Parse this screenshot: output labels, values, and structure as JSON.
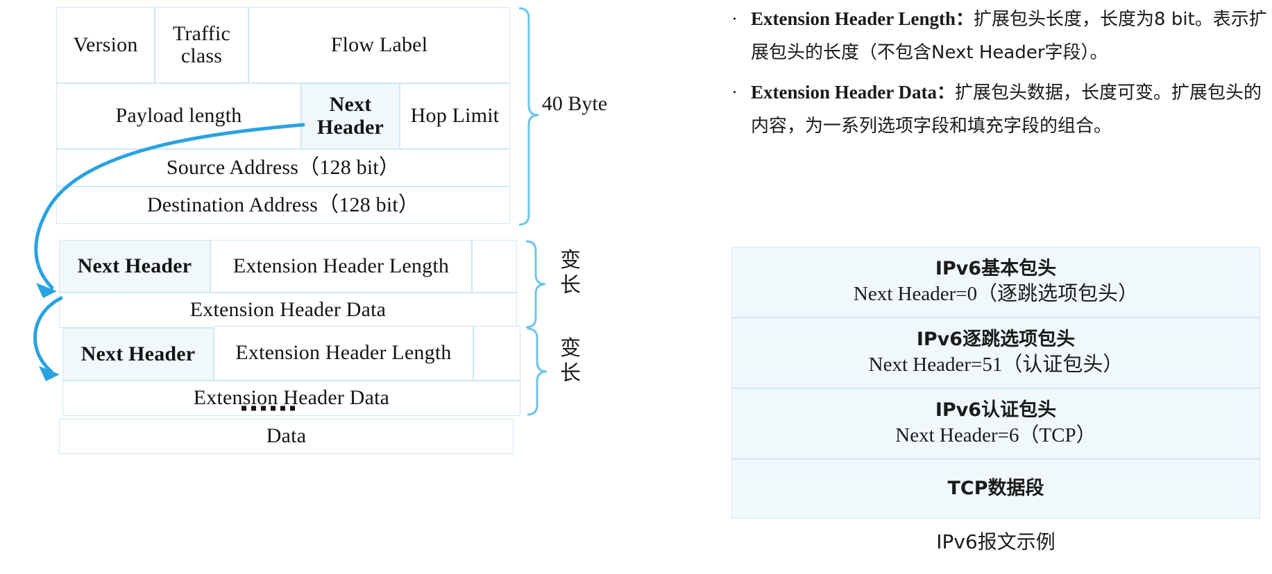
{
  "colors": {
    "accent": "#29a3e0",
    "cell_border": "#cfe7f5",
    "cell_fill": "#f1f8fc",
    "text": "#141414"
  },
  "base_header": {
    "row1": [
      {
        "label": "Version",
        "highlight": false,
        "bold": false
      },
      {
        "label": "Traffic class",
        "highlight": false,
        "bold": false
      },
      {
        "label": "Flow Label",
        "highlight": false,
        "bold": false
      }
    ],
    "row2": [
      {
        "label": "Payload length",
        "highlight": false,
        "bold": false
      },
      {
        "label": "Next Header",
        "highlight": true,
        "bold": true
      },
      {
        "label": "Hop Limit",
        "highlight": false,
        "bold": false
      }
    ],
    "row3": {
      "label": "Source Address（128 bit）"
    },
    "row4": {
      "label": "Destination Address（128 bit）"
    },
    "size_label_line1": "40",
    "size_label_line2": "Byte"
  },
  "extension_headers": [
    {
      "next_header": "Next Header",
      "length": "Extension Header Length",
      "data": "Extension Header Data",
      "size_label": "变长"
    },
    {
      "next_header": "Next Header",
      "length": "Extension Header Length",
      "data": "Extension Header Data",
      "size_label": "变长"
    }
  ],
  "payload": {
    "label": "Data"
  },
  "bullets": [
    {
      "marker": "·",
      "term": "Extension Header Length",
      "colon": "：",
      "body": "扩展包头长度，长度为8 bit。表示扩展包头的长度（不包含Next Header字段）。"
    },
    {
      "marker": "·",
      "term": "Extension Header Data",
      "colon": "：",
      "body": "扩展包头数据，长度可变。扩展包头的内容，为一系列选项字段和填充字段的组合。"
    }
  ],
  "example": {
    "caption": "IPv6报文示例",
    "rows": [
      {
        "title": "IPv6基本包头",
        "detail": "Next Header=0（逐跳选项包头）"
      },
      {
        "title": "IPv6逐跳选项包头",
        "detail": "Next Header=51（认证包头）"
      },
      {
        "title": "IPv6认证包头",
        "detail": "Next Header=6（TCP）"
      },
      {
        "title": "TCP数据段",
        "detail": ""
      }
    ]
  }
}
